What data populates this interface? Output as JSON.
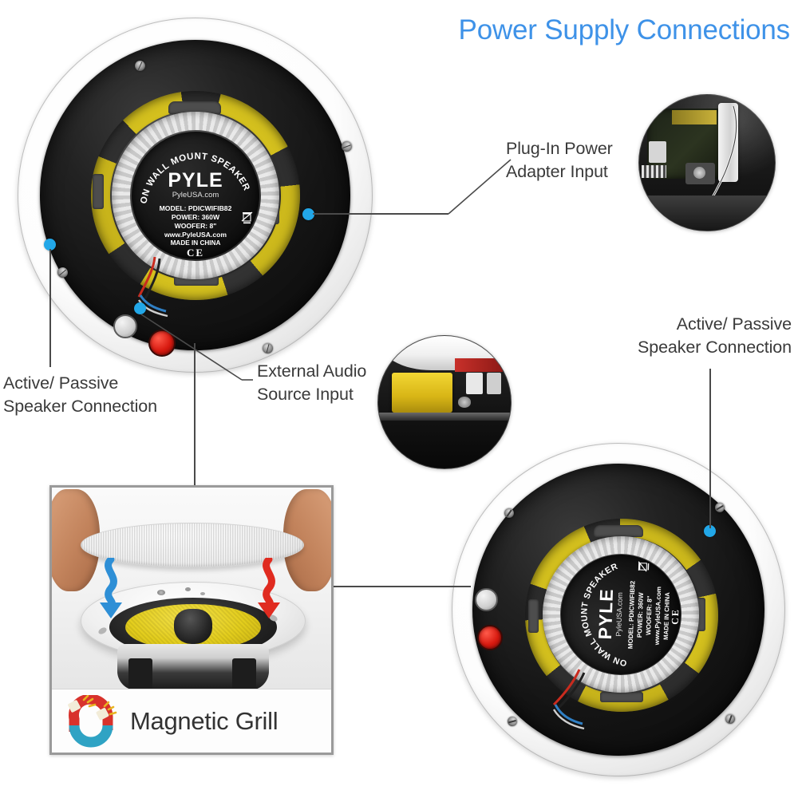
{
  "title": "Power Supply Connections",
  "colors": {
    "title_blue": "#3E92E8",
    "callout_dot": "#22A7E8",
    "leader_line": "#4a4a4a",
    "text_gray": "#3a3a3a",
    "arrow_blue": "#2E8FD6",
    "arrow_red": "#E02B20",
    "cone_yellow": "#E8D21A",
    "magnet_red": "#D8322C",
    "magnet_teal": "#2FA3C4"
  },
  "callouts": [
    {
      "id": "plug-in-power",
      "line1": "Plug-In Power",
      "line2": "Adapter Input"
    },
    {
      "id": "active-passive-left",
      "line1": "Active/ Passive",
      "line2": "Speaker Connection"
    },
    {
      "id": "external-audio",
      "line1": "External Audio",
      "line2": "Source Input"
    },
    {
      "id": "active-passive-right",
      "line1": "Active/ Passive",
      "line2": "Speaker Connection"
    }
  ],
  "speaker_label": {
    "arc_text": "ON WALL MOUNT SPEAKER",
    "brand": "PYLE",
    "brand_sub": "PyleUSA.com",
    "model": "MODEL: PDICWIFIB82",
    "power": "POWER: 360W",
    "woofer": "WOOFER: 8\"",
    "website": "www.PyleUSA.com",
    "origin": "MADE IN CHINA",
    "ce_mark": "CE"
  },
  "feature_badge": {
    "label": "Magnetic Grill",
    "icon": "magnet-icon"
  },
  "insets": [
    {
      "id": "power-adapter-port-photo",
      "alt": "plug-in power adapter input port close-up"
    },
    {
      "id": "audio-source-port-photo",
      "alt": "external audio source input close-up"
    }
  ],
  "install_photo": {
    "id": "magnetic-grill-install-photo",
    "alt": "hands placing magnetic grill onto ceiling speaker"
  }
}
